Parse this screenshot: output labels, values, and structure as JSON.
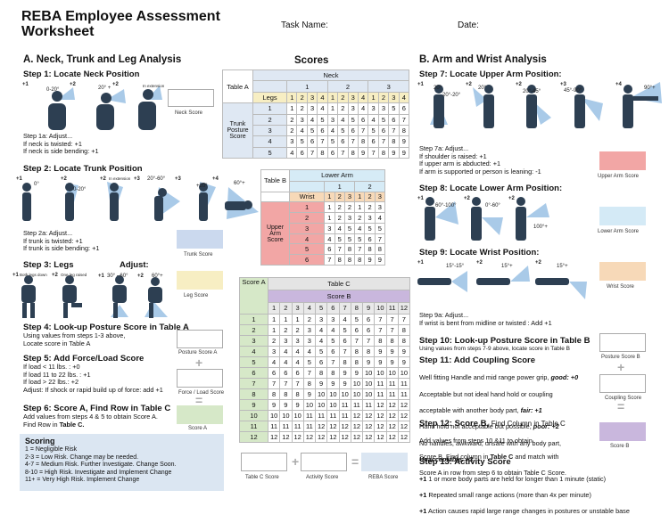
{
  "header": {
    "title": "REBA Employee Assessment Worksheet",
    "task_label": "Task Name:",
    "date_label": "Date:"
  },
  "section_a": {
    "title": "A.  Neck, Trunk and Leg Analysis",
    "step1": {
      "title": "Step 1: Locate Neck Position",
      "labels": [
        "+1",
        "0-20°",
        "+2",
        "20° +",
        "+2",
        "In extension"
      ],
      "score_label": "Neck Score",
      "adjust": "Step 1a: Adjust...\nIf neck is twisted: +1\nIf neck is side bending: +1"
    },
    "step2": {
      "title": "Step 2: Locate Trunk Position",
      "labels": [
        "+1",
        "0°",
        "+2",
        "0-20°",
        "+2",
        "In extension",
        "+3",
        "20°-60°",
        "+3",
        "+20°",
        "+4",
        "60°+"
      ],
      "score_label": "Trunk Score",
      "adjust": "Step 2a: Adjust...\nIf trunk is twisted: +1\nIf trunk is side bending: +1"
    },
    "step3": {
      "title": "Step 3: Legs",
      "adjust_title": "Adjust:",
      "labels": [
        "+1",
        "Both legs down",
        "+2",
        "One leg raised",
        "+1",
        "30° - 60°",
        "+2",
        "60°+"
      ],
      "score_label": "Leg Score"
    },
    "step4": {
      "title": "Step 4: Look-up Posture Score in Table A",
      "text": "Using values from steps 1-3 above,\nLocate score in Table A",
      "score_label": "Posture Score A"
    },
    "step5": {
      "title": "Step 5: Add Force/Load Score",
      "text": "If load < 11 lbs. : +0\nIf load 11 to 22 lbs. : +1\nIf load > 22 lbs.: +2\nAdjust: If shock or rapid build up of force: add +1",
      "score_label": "Force / Load Score"
    },
    "step6": {
      "title": "Step 6: Score A, Find Row in Table C",
      "text1": "Add values from steps 4 & 5 to obtain Score A.",
      "text2": "Find Row in ",
      "text2b": "Table C.",
      "score_label": "Score A"
    }
  },
  "scoring": {
    "title": "Scoring",
    "lines": [
      "1 = Negligible Risk",
      "2-3 = Low Risk. Change may be needed.",
      "4-7 = Medium Risk. Further Investigate. Change Soon.",
      "8-10 = High Risk. Investigate and Implement Change",
      "11+ = Very High Risk. Implement Change"
    ]
  },
  "scores_title": "Scores",
  "table_a": {
    "label": "Table A",
    "neck": "Neck",
    "neck_cols": [
      "1",
      "2",
      "3"
    ],
    "legs": "Legs",
    "leg_cols": [
      "1",
      "2",
      "3",
      "4",
      "1",
      "2",
      "3",
      "4",
      "1",
      "2",
      "3",
      "4"
    ],
    "row_label": "Trunk Posture Score",
    "rows": [
      {
        "h": "1",
        "v": [
          "1",
          "2",
          "3",
          "4",
          "1",
          "2",
          "3",
          "4",
          "3",
          "3",
          "5",
          "6"
        ]
      },
      {
        "h": "2",
        "v": [
          "2",
          "3",
          "4",
          "5",
          "3",
          "4",
          "5",
          "6",
          "4",
          "5",
          "6",
          "7"
        ]
      },
      {
        "h": "3",
        "v": [
          "2",
          "4",
          "5",
          "6",
          "4",
          "5",
          "6",
          "7",
          "5",
          "6",
          "7",
          "8"
        ]
      },
      {
        "h": "4",
        "v": [
          "3",
          "5",
          "6",
          "7",
          "5",
          "6",
          "7",
          "8",
          "6",
          "7",
          "8",
          "9"
        ]
      },
      {
        "h": "5",
        "v": [
          "4",
          "6",
          "7",
          "8",
          "6",
          "7",
          "8",
          "9",
          "7",
          "8",
          "9",
          "9"
        ]
      }
    ]
  },
  "table_b": {
    "label": "Table B",
    "lower_arm": "Lower Arm",
    "la_cols": [
      "1",
      "2"
    ],
    "wrist": "Wrist",
    "w_cols": [
      "1",
      "2",
      "3",
      "1",
      "2",
      "3"
    ],
    "row_label": "Upper Arm Score",
    "rows": [
      {
        "h": "1",
        "v": [
          "1",
          "2",
          "2",
          "1",
          "2",
          "3"
        ]
      },
      {
        "h": "2",
        "v": [
          "1",
          "2",
          "3",
          "2",
          "3",
          "4"
        ]
      },
      {
        "h": "3",
        "v": [
          "3",
          "4",
          "5",
          "4",
          "5",
          "5"
        ]
      },
      {
        "h": "4",
        "v": [
          "4",
          "5",
          "5",
          "5",
          "6",
          "7"
        ]
      },
      {
        "h": "5",
        "v": [
          "6",
          "7",
          "8",
          "7",
          "8",
          "8"
        ]
      },
      {
        "h": "6",
        "v": [
          "7",
          "8",
          "8",
          "8",
          "9",
          "9"
        ]
      }
    ]
  },
  "table_c": {
    "label": "Table C",
    "score_a": "Score A",
    "score_b": "Score B",
    "cols": [
      "1",
      "2",
      "3",
      "4",
      "5",
      "6",
      "7",
      "8",
      "9",
      "10",
      "11",
      "12"
    ],
    "rows": [
      {
        "h": "1",
        "v": [
          "1",
          "1",
          "1",
          "2",
          "3",
          "3",
          "4",
          "5",
          "6",
          "7",
          "7",
          "7"
        ]
      },
      {
        "h": "2",
        "v": [
          "1",
          "2",
          "2",
          "3",
          "4",
          "4",
          "5",
          "6",
          "6",
          "7",
          "7",
          "8"
        ]
      },
      {
        "h": "3",
        "v": [
          "2",
          "3",
          "3",
          "3",
          "4",
          "5",
          "6",
          "7",
          "7",
          "8",
          "8",
          "8"
        ]
      },
      {
        "h": "4",
        "v": [
          "3",
          "4",
          "4",
          "4",
          "5",
          "6",
          "7",
          "8",
          "8",
          "9",
          "9",
          "9"
        ]
      },
      {
        "h": "5",
        "v": [
          "4",
          "4",
          "4",
          "5",
          "6",
          "7",
          "8",
          "8",
          "9",
          "9",
          "9",
          "9"
        ]
      },
      {
        "h": "6",
        "v": [
          "6",
          "6",
          "6",
          "7",
          "8",
          "8",
          "9",
          "9",
          "10",
          "10",
          "10",
          "10"
        ]
      },
      {
        "h": "7",
        "v": [
          "7",
          "7",
          "7",
          "8",
          "9",
          "9",
          "9",
          "10",
          "10",
          "11",
          "11",
          "11"
        ]
      },
      {
        "h": "8",
        "v": [
          "8",
          "8",
          "8",
          "9",
          "10",
          "10",
          "10",
          "10",
          "10",
          "11",
          "11",
          "11"
        ]
      },
      {
        "h": "9",
        "v": [
          "9",
          "9",
          "9",
          "10",
          "10",
          "10",
          "11",
          "11",
          "11",
          "12",
          "12",
          "12"
        ]
      },
      {
        "h": "10",
        "v": [
          "10",
          "10",
          "10",
          "11",
          "11",
          "11",
          "11",
          "12",
          "12",
          "12",
          "12",
          "12"
        ]
      },
      {
        "h": "11",
        "v": [
          "11",
          "11",
          "11",
          "11",
          "12",
          "12",
          "12",
          "12",
          "12",
          "12",
          "12",
          "12"
        ]
      },
      {
        "h": "12",
        "v": [
          "12",
          "12",
          "12",
          "12",
          "12",
          "12",
          "12",
          "12",
          "12",
          "12",
          "12",
          "12"
        ]
      }
    ]
  },
  "bottom": {
    "table_c_score": "Table C Score",
    "activity_score": "Activity Score",
    "reba_score": "REBA Score"
  },
  "section_b": {
    "title": "B.  Arm and Wrist Analysis",
    "step7": {
      "title": "Step 7: Locate Upper Arm Position:",
      "labels": [
        "+1",
        "20°",
        "20°-20°",
        "+2",
        "20°",
        "+2",
        "20°-45°",
        "+3",
        "45°-90°",
        "+4",
        "90°+"
      ],
      "adjust": "Step 7a: Adjust...\nIf shoulder is raised: +1\nIf upper arm is abducted: +1\nIf arm is supported or person is leaning: -1",
      "score_label": "Upper Arm  Score"
    },
    "step8": {
      "title": "Step 8: Locate Lower Arm Position:",
      "labels": [
        "+1",
        "60°-100°",
        "+2",
        "0°-60°",
        "+2",
        "100°+"
      ],
      "score_label": "Lower Arm Score"
    },
    "step9": {
      "title": "Step 9: Locate Wrist Position:",
      "labels": [
        "+1",
        "15°-15°",
        "+2",
        "15°+",
        "+2",
        "15°+"
      ],
      "adjust": "Step 9a: Adjust...\nIf wrist is bent from midline or twisted : Add +1",
      "score_label": "Wrist Score"
    },
    "step10": {
      "title": "Step 10: Look-up Posture Score in Table B",
      "text": "Using values from steps 7-9 above, locate score in Table B",
      "score_label": "Posture Score B"
    },
    "step11": {
      "title": "Step 11: Add Coupling Score",
      "l1": "Well fitting Handle and mid range power grip, ",
      "l1b": "good: +0",
      "l2": "Acceptable but not ideal hand hold or coupling",
      "l3": "acceptable with another body part, ",
      "l3b": "fair: +1",
      "l4": "Hand hold not acceptable but possible, ",
      "l4b": "poor: +2",
      "l5": "No handles, awkward, unsafe with any body part,",
      "l6": "Unacceptable: +3",
      "score_label": "Coupling Score"
    },
    "step12": {
      "title": "Step 12: Score B, ",
      "title_n": "Find Column in Table C",
      "l1": "Add values from steps 10 &11 to obtain",
      "l2a": "Score B. Find column in ",
      "l2b": "Table C",
      "l2c": " and match with",
      "l3": "Score A in row from step 6 to obtain Table C Score.",
      "score_label": "Score B"
    },
    "step13": {
      "title": "Step 13: Activity Score",
      "lines": [
        {
          "b": "+1",
          "t": " 1 or more body parts are held for longer than 1 minute (static)"
        },
        {
          "b": "+1",
          "t": " Repeated small range actions (more than 4x per minute)"
        },
        {
          "b": "+1",
          "t": " Action causes rapid large range changes in postures or unstable base"
        }
      ]
    }
  },
  "colors": {
    "trunk": "#cbd9ee",
    "leg": "#f7eec3",
    "score_a": "#d6e8c8",
    "upper_arm": "#f2a6a5",
    "lower_arm": "#d4eaf6",
    "wrist": "#f7d9b8",
    "score_b": "#c9b7dd",
    "table_a_head": "#dfe8f3",
    "table_b_head": "#d6ebf6",
    "table_c_head": "#d6e8c8",
    "scoring_bg": "#dbe6f2"
  }
}
